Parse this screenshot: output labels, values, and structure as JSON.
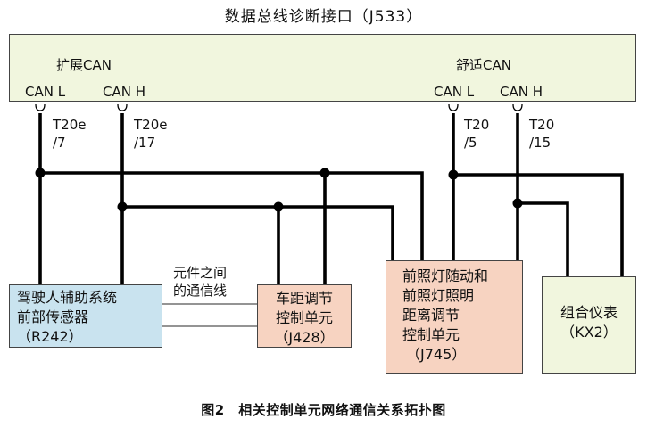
{
  "title": "数据总线诊断接口（J533）",
  "gateway": {
    "left_group": "扩展CAN",
    "right_group": "舒适CAN",
    "left_pins": [
      "CAN L",
      "CAN H"
    ],
    "right_pins": [
      "CAN L",
      "CAN H"
    ]
  },
  "terminals": {
    "ext_l": [
      "T20e",
      "/7"
    ],
    "ext_h": [
      "T20e",
      "/17"
    ],
    "comf_l": [
      "T20",
      "/5"
    ],
    "comf_h": [
      "T20",
      "/15"
    ]
  },
  "modules": {
    "r242": {
      "lines": [
        "驾驶人辅助系统",
        "前部传感器",
        "（R242）"
      ]
    },
    "j428": {
      "lines": [
        "车距调节",
        "控制单元",
        "（J428）"
      ]
    },
    "j745": {
      "lines": [
        "前照灯随动和",
        "前照灯照明",
        "距离调节",
        "控制单元",
        "（J745）"
      ]
    },
    "kx2": {
      "lines": [
        "组合仪表",
        "（KX2）"
      ]
    }
  },
  "link_note": [
    "元件之间",
    "的通信线"
  ],
  "caption": "图2　相关控制单元网络通信关系拓扑图",
  "colors": {
    "gateway_fill": "#f1f6de",
    "sensor_fill": "#c9e3ef",
    "control_fill": "#f7d3c1",
    "cluster_fill": "#f1f6de",
    "wire": "#000000"
  }
}
